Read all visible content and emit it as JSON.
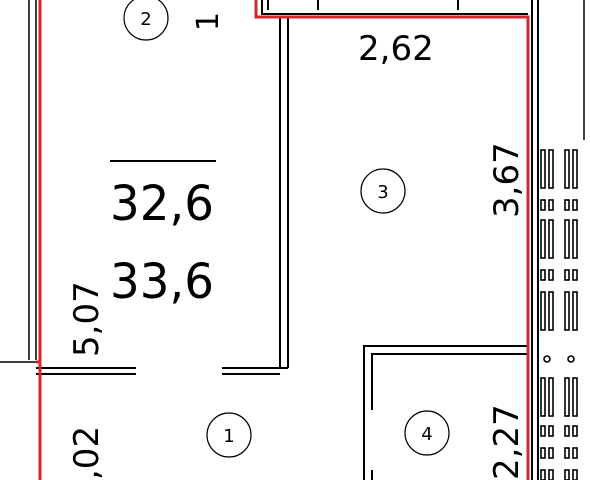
{
  "plan": {
    "areas": {
      "living_area": "32,6",
      "total_area": "33,6"
    },
    "rooms": [
      "1",
      "2",
      "3",
      "4"
    ],
    "dimensions": {
      "top_width": "2,62",
      "right_upper": "3,67",
      "left_height": "5,07",
      "right_lower": "2,27",
      "left_lower": ",02",
      "top_left_partial": "1"
    },
    "colors": {
      "outline": "#d6262b",
      "walls": "#000000",
      "background": "#ffffff"
    }
  }
}
